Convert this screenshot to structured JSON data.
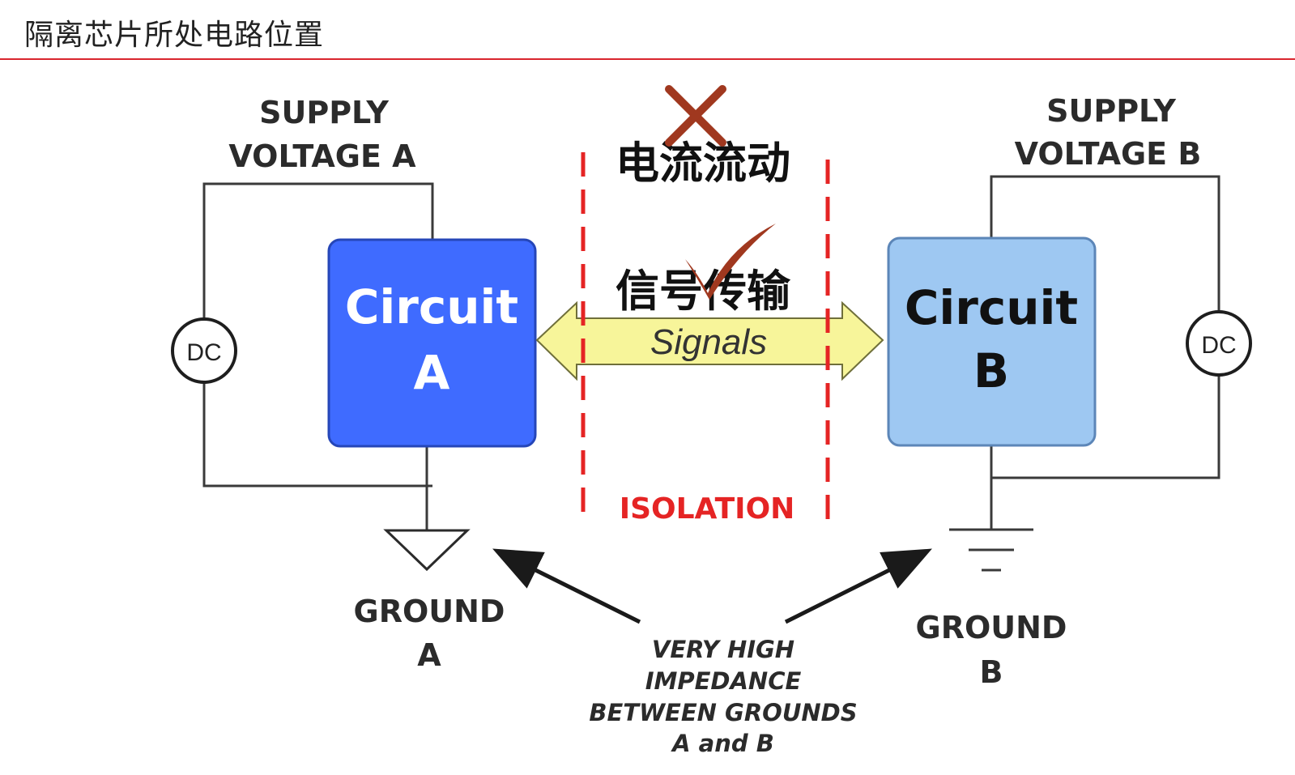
{
  "header": {
    "title": "隔离芯片所处电路位置"
  },
  "diagram": {
    "supply_a": [
      "SUPPLY",
      "VOLTAGE A"
    ],
    "supply_b": [
      "SUPPLY",
      "VOLTAGE B"
    ],
    "dc_a": "DC",
    "dc_b": "DC",
    "circuit_a": [
      "Circuit",
      "A"
    ],
    "circuit_b": [
      "Circuit",
      "B"
    ],
    "signals": "Signals",
    "current_flow": "电流流动",
    "signal_transfer": "信号传输",
    "isolation": "ISOLATION",
    "ground_a": [
      "GROUND",
      "A"
    ],
    "ground_b": [
      "GROUND",
      "B"
    ],
    "impedance_note": [
      "VERY HIGH",
      "IMPEDANCE",
      "BETWEEN GROUNDS",
      "A and B"
    ],
    "colors": {
      "circuit_a_fill": "#3f6bff",
      "circuit_b_fill": "#9ec8f2",
      "signals_fill": "#f7f59a",
      "isolation_red": "#e52424",
      "mark_brown": "#a0381f",
      "title_rule": "#d9262e"
    },
    "icons": {
      "cross": "x-mark-icon",
      "check": "check-mark-icon"
    }
  }
}
